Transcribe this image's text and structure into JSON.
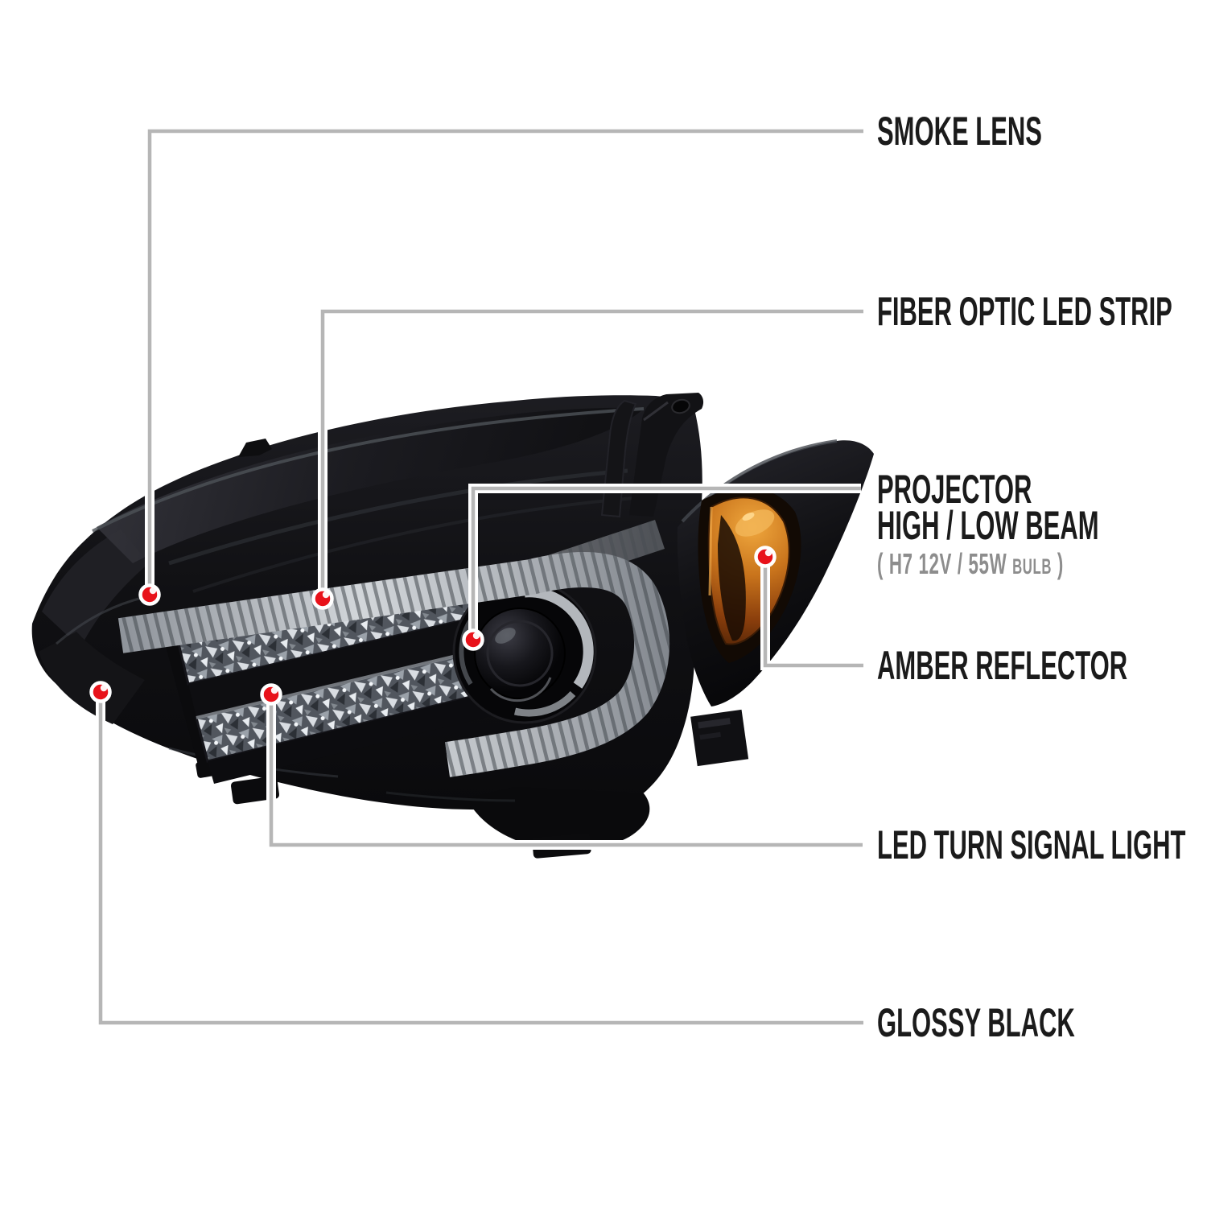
{
  "colors": {
    "label_text": "#1b1b1b",
    "spec_text": "#8d8d8d",
    "callout_line": "#b6b6b6",
    "marker_red": "#e8121a",
    "marker_ring": "#ffffff",
    "amber_reflector": "#c9741c",
    "headlight_black": "#0b0b0d",
    "strip_gray": "#c3c7cc"
  },
  "callouts": [
    {
      "id": "smoke-lens",
      "label": "SMOKE LENS"
    },
    {
      "id": "fiber-optic-led-strip",
      "label": "FIBER OPTIC LED STRIP"
    },
    {
      "id": "projector-high-low-beam",
      "label_line1": "PROJECTOR",
      "label_line2": "HIGH / LOW BEAM",
      "spec_main": "( H7  12V / 55W",
      "spec_small": "BULB",
      "spec_close": " )"
    },
    {
      "id": "amber-reflector",
      "label": "AMBER REFLECTOR"
    },
    {
      "id": "led-turn-signal-light",
      "label": "LED TURN SIGNAL LIGHT"
    },
    {
      "id": "glossy-black",
      "label": "GLOSSY BLACK"
    }
  ]
}
